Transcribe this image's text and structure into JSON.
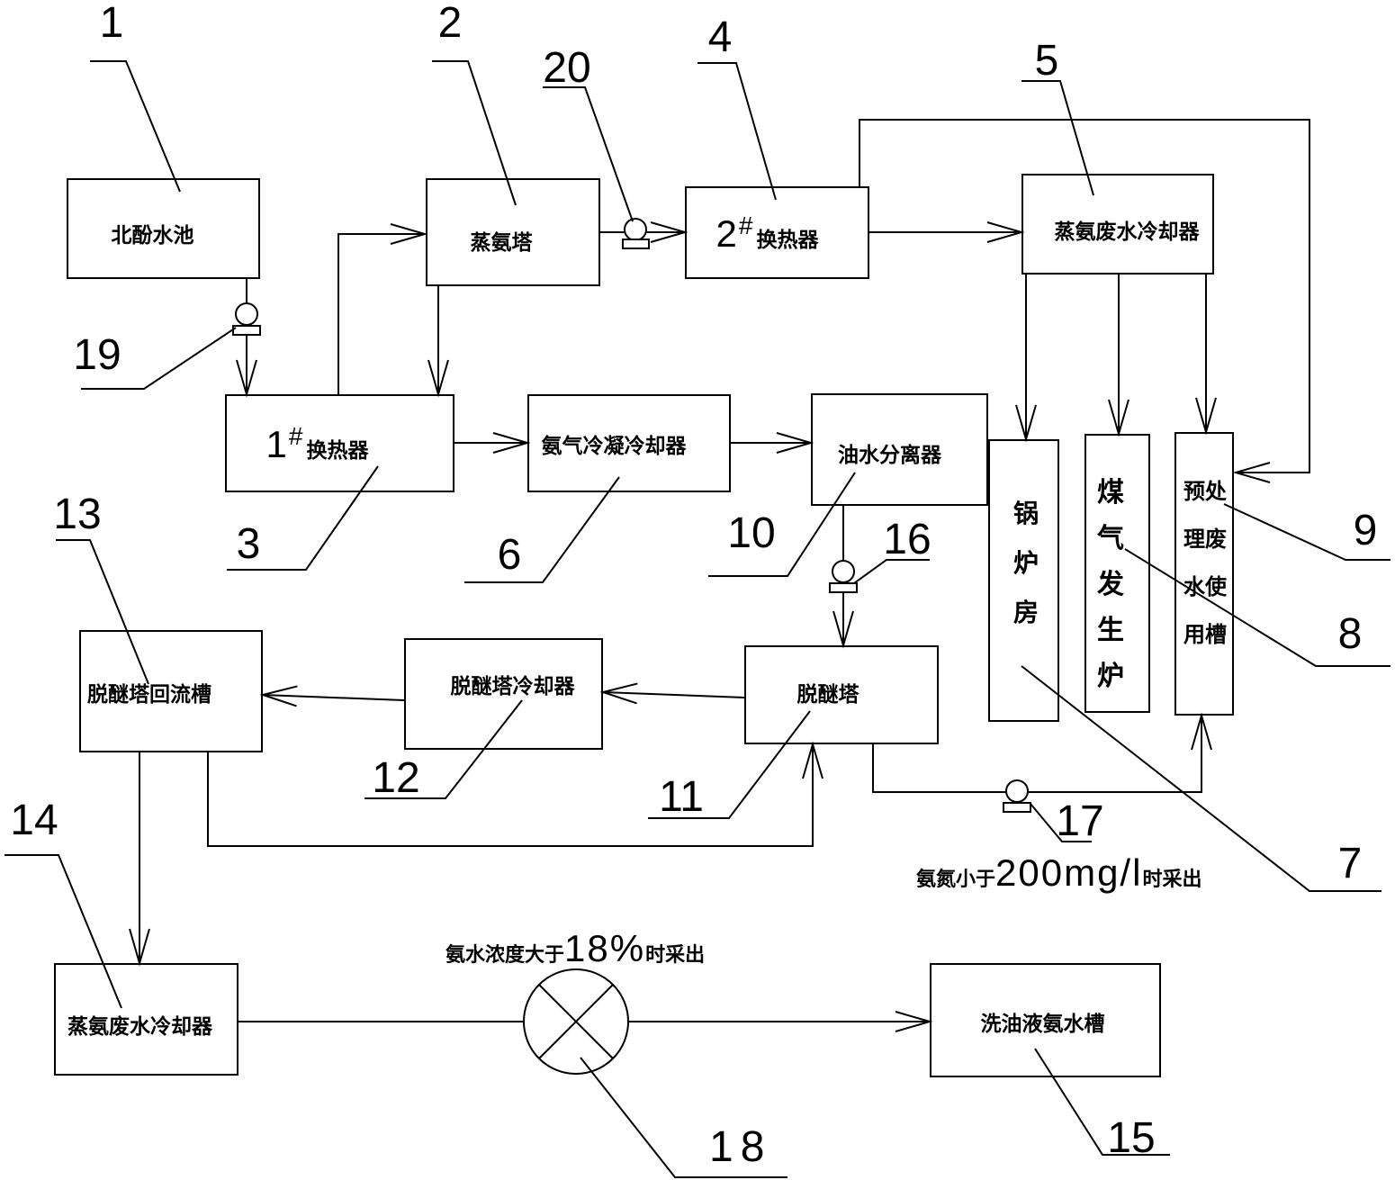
{
  "components": {
    "pool": {
      "number": "1",
      "name": "北酚水池"
    },
    "ammonia_still": {
      "number": "2",
      "name": "蒸氨塔"
    },
    "heat_exchanger_1": {
      "number": "3",
      "index": "1",
      "mark": "#",
      "name": "换热器"
    },
    "heat_exchanger_2": {
      "number": "4",
      "index": "2",
      "mark": "#",
      "name": "换热器"
    },
    "still_wastewater_cooler": {
      "number": "5",
      "name": "蒸氨废水冷却器"
    },
    "ammonia_condenser_cooler": {
      "number": "6",
      "name": "氨气冷凝冷却器"
    },
    "boiler_house": {
      "number": "7",
      "name": "锅炉房"
    },
    "gas_generator": {
      "number": "8",
      "name": "煤气发生炉"
    },
    "pretreated_wastewater_tank": {
      "number": "9",
      "name": "预处理废水使用槽"
    },
    "oil_water_separator": {
      "number": "10",
      "name": "油水分离器"
    },
    "ether_removal_tower": {
      "number": "11",
      "name": "脱醚塔"
    },
    "ether_tower_cooler": {
      "number": "12",
      "name": "脱醚塔冷却器"
    },
    "ether_tower_reflux_tank": {
      "number": "13",
      "name": "脱醚塔回流槽"
    },
    "still_wastewater_cooler_2": {
      "number": "14",
      "name": "蒸氨废水冷却器"
    },
    "wash_oil_ammonia_tank": {
      "number": "15",
      "name": "洗油液氨水槽"
    }
  },
  "equipment": {
    "pump_16": {
      "number": "16"
    },
    "pump_17": {
      "number": "17"
    },
    "valve_18": {
      "number": "18"
    },
    "pump_19": {
      "number": "19"
    },
    "pump_20": {
      "number": "20"
    }
  },
  "notes": {
    "ammonia_nitrogen_condition": {
      "before": "氨氮小于",
      "value": "200mg/l",
      "after": "时采出"
    },
    "ammonia_water_condition": {
      "before": "氨水浓度大于",
      "value": "18%",
      "after": "时采出"
    }
  }
}
